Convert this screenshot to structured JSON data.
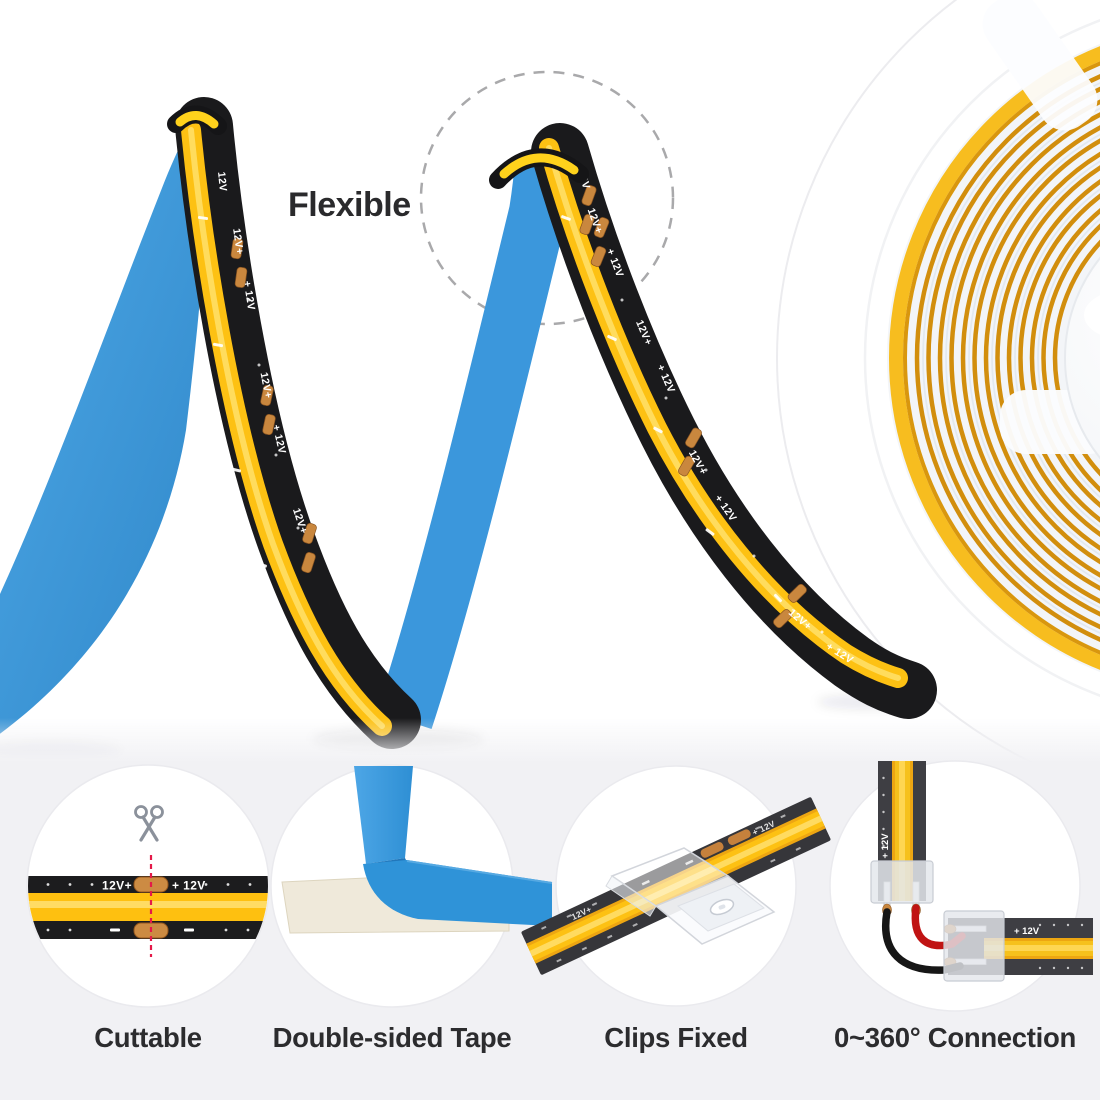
{
  "callout": {
    "flexible": "Flexible"
  },
  "markings": {
    "pos": "12V+",
    "plus": "+ 12V",
    "v12": "12V",
    "minus": "-"
  },
  "features": [
    {
      "id": "cuttable",
      "label": "Cuttable",
      "icon": "scissors-icon"
    },
    {
      "id": "double-sided-tape",
      "label": "Double-sided Tape",
      "icon": "tape-peel"
    },
    {
      "id": "clips-fixed",
      "label": "Clips Fixed",
      "icon": "mounting-clip"
    },
    {
      "id": "connection",
      "label": "0~360° Connection",
      "icon": "l-connector"
    }
  ],
  "colors": {
    "liner_blue": "#3b97dc",
    "cob_yellow": "#fdc113",
    "pcb_black": "#1a1a1c",
    "pad_copper": "#c9873e",
    "reel_coil_amber": "#d28e0d",
    "reel_outer_band": "#f7bd1f",
    "cut_line_red": "#e41949",
    "dashed_circle_gray": "#a9a9ab",
    "section_bg": "#f1f1f4",
    "text_dark": "#2c2c2e",
    "wire_red": "#c01313",
    "wire_black": "#161616"
  }
}
